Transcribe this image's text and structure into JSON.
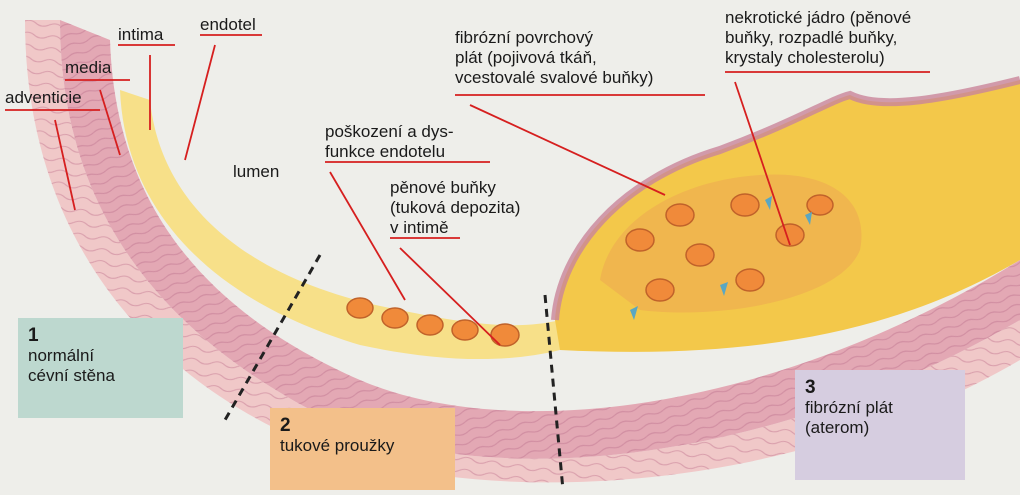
{
  "labels": {
    "adventicie": "adventicie",
    "media": "media",
    "intima": "intima",
    "endotel": "endotel",
    "lumen": "lumen",
    "poskozeni": "poškození a dys-\nfunkce endotelu",
    "penove_bunky": "pěnové buňky\n(tuková depozita)\nv intimě",
    "fibrozni_povrchovy": "fibrózní povrchový\nplát (pojivová tkáň,\nvcestovalé svalové buňky)",
    "nekroticke_jadro": "nekrotické jádro (pěnové\nbuňky, rozpadlé buňky,\nkrystaly cholesterolu)"
  },
  "stages": [
    {
      "number": "1",
      "text": "normální\ncévní stěna",
      "color": "#bdd8cf"
    },
    {
      "number": "2",
      "text": "tukové proužky",
      "color": "#f3c08a"
    },
    {
      "number": "3",
      "text": "fibrózní plát\n(aterom)",
      "color": "#d6cde0"
    }
  ],
  "colors": {
    "adventitia": "#f0c8c8",
    "media": "#e3a8b4",
    "intima": "#f7e089",
    "plaque": "#f3c84a",
    "leader": "#d61f1f"
  }
}
